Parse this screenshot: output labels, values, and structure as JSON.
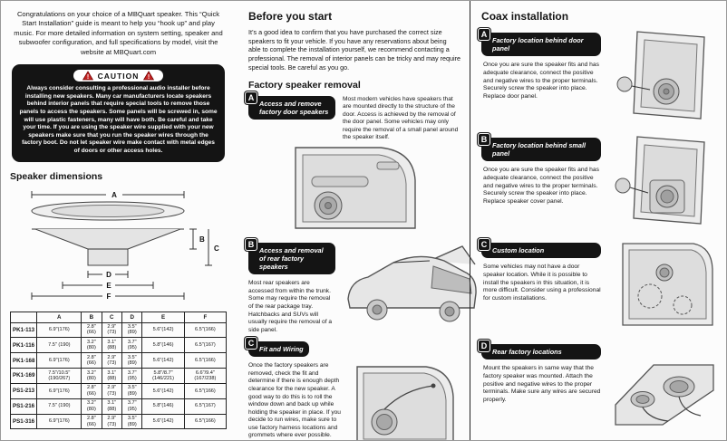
{
  "left": {
    "intro": "Congratulations on your choice of a MBQuart speaker. This “Quick Start Installation” guide is meant to help you “hook up” and play music. For more detailed information on system setting, speaker and subwoofer configuration, and full specifications by model, visit the website at MBQuart.com",
    "caution": {
      "label": "CAUTION",
      "text": "Always consider consulting a professional audio installer before installing new speakers. Many car manufacturers locate speakers behind interior panels that require special tools to remove those panels to access the speakers. Some panels will be screwed in, some will use plastic fasteners, many will have both. Be careful and take your time. If you are using the speaker wire supplied with your new speakers make sure that you run the speaker wires through the factory boot. Do not let speaker wire make contact with metal edges of doors or other access holes."
    },
    "dimensions": {
      "heading": "Speaker dimensions",
      "diagram_labels": [
        "A",
        "B",
        "C",
        "D",
        "E",
        "F"
      ],
      "table": {
        "header": [
          "",
          "A",
          "B",
          "C",
          "D",
          "E",
          "F"
        ],
        "rows": [
          {
            "model": "PK1-113",
            "cells": [
              "6.9\"(176)",
              "2.8\"(66)",
              "2.9\"(73)",
              "3.5\"(89)",
              "5.6\"(142)",
              "6.5\"(166)"
            ]
          },
          {
            "model": "PK1-116",
            "cells": [
              "7.5\" (190)",
              "3.2\"(80)",
              "3.1\"(88)",
              "3.7\"(95)",
              "5.8\"(146)",
              "6.5\"(167)"
            ]
          },
          {
            "model": "PK1-168",
            "cells": [
              "6.9\"(176)",
              "2.8\"(66)",
              "2.9\"(73)",
              "3.5\"(89)",
              "5.6\"(142)",
              "6.5\"(166)"
            ]
          },
          {
            "model": "PK1-169",
            "cells": [
              "7.5\"/10.5\" (190/267)",
              "3.2\"(80)",
              "3.1\"(88)",
              "3.7\"(95)",
              "5.8\"/8.7\" (146/221)",
              "6.6\"/9.4\" (167/238)"
            ]
          },
          {
            "model": "PS1-213",
            "cells": [
              "6.9\"(176)",
              "2.8\"(66)",
              "2.9\"(73)",
              "3.5\"(89)",
              "5.6\"(142)",
              "6.5\"(166)"
            ]
          },
          {
            "model": "PS1-216",
            "cells": [
              "7.5\" (190)",
              "3.2\"(80)",
              "3.1\"(88)",
              "3.7\"(95)",
              "5.8\"(146)",
              "6.5\"(167)"
            ]
          },
          {
            "model": "PS1-316",
            "cells": [
              "6.9\"(176)",
              "2.8\"(66)",
              "2.9\"(73)",
              "3.5\"(89)",
              "5.6\"(142)",
              "6.5\"(166)"
            ]
          }
        ]
      }
    }
  },
  "middle": {
    "heading": "Before you start",
    "intro": "It’s a good idea to confirm that you have purchased the correct size speakers to fit your vehicle. If you have any reservations about being able to complete the installation yourself, we recommend contacting a professional. The removal of interior panels can be tricky and may require special tools. Be careful as you go.",
    "subheading": "Factory speaker removal",
    "sections": [
      {
        "letter": "A",
        "title": "Access and remove factory door speakers",
        "text": "Most modern vehicles have speakers that are mounted directly to the structure of the door. Access is achieved by the removal of the door panel. Some vehicles may only require the removal of a small panel around the speaker itself."
      },
      {
        "letter": "B",
        "title": "Access and removal of rear factory speakers",
        "text": "Most rear speakers are accessed from within the trunk. Some may require the removal of the rear package tray. Hatchbacks and SUVs will usually require the removal of a side panel."
      },
      {
        "letter": "C",
        "title": "Fit and Wiring",
        "text": "Once the factory speakers are removed, check the fit and determine if there is enough depth clearance for the new speaker. A good way to do this is to roll the window down and back up while holding the speaker in place. If you decide to run wires, make sure to use factory harness locations and grommets where ever possible."
      }
    ]
  },
  "right": {
    "heading": "Coax installation",
    "sections": [
      {
        "letter": "A",
        "title": "Factory location behind door panel",
        "text": "Once you are sure the speaker fits and has adequate clearance, connect the positive and negative wires to the proper terminals. Securely screw the speaker into place. Replace door panel."
      },
      {
        "letter": "B",
        "title": "Factory location behind small panel",
        "text": "Once you are sure the speaker fits and has adequate clearance, connect the positive and negative wires to the proper terminals. Securely screw the speaker into place. Replace speaker cover panel."
      },
      {
        "letter": "C",
        "title": "Custom location",
        "text": "Some vehicles may not have a door speaker location. While it is possible to install the speakers in this situation, it is more difficult. Consider using a professional for custom installations."
      },
      {
        "letter": "D",
        "title": "Rear factory locations",
        "text": "Mount the speakers in same way that the factory speaker was mounted. Attach the positive and negative wires to the proper terminals. Make sure any wires are secured properly."
      }
    ]
  }
}
